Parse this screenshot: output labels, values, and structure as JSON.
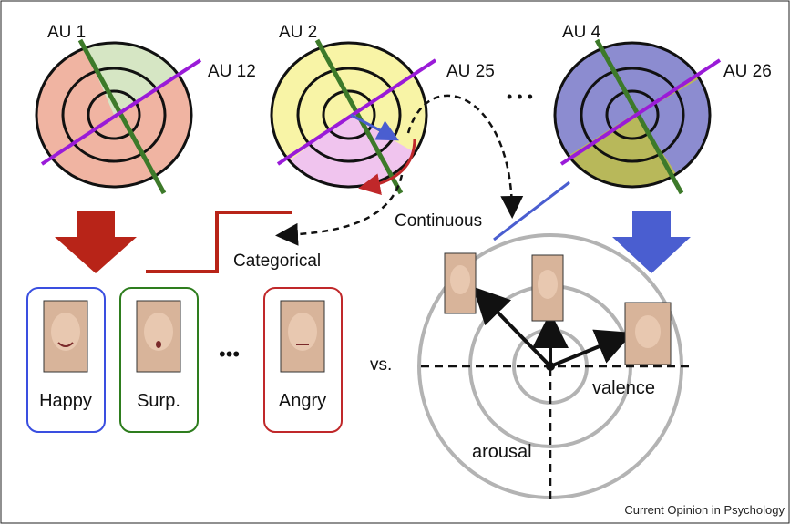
{
  "circles": [
    {
      "au_a": "AU 1",
      "au_b": "AU 12"
    },
    {
      "au_a": "AU 2",
      "au_b": "AU 25"
    },
    {
      "au_a": "AU 4",
      "au_b": "AU 26"
    }
  ],
  "ellipsis_top": "• • •",
  "continuous_label": "Continuous",
  "categorical_label": "Categorical",
  "emotions": [
    {
      "label": "Happy",
      "color": "#3a4fe0"
    },
    {
      "label": "Surp.",
      "color": "#2e7d1e"
    },
    {
      "label": "Angry",
      "color": "#c0282a"
    }
  ],
  "ellipsis_bottom": "•••",
  "vs_label": "vs.",
  "valence_label": "valence",
  "arousal_label": "arousal",
  "credit": "Current Opinion in Psychology",
  "colors": {
    "red_arrow": "#b82418",
    "blue_arrow": "#4a5ed0",
    "step_line": "#b82418",
    "au_green": "#3d7a2a",
    "au_purple": "#9a1bd8"
  }
}
